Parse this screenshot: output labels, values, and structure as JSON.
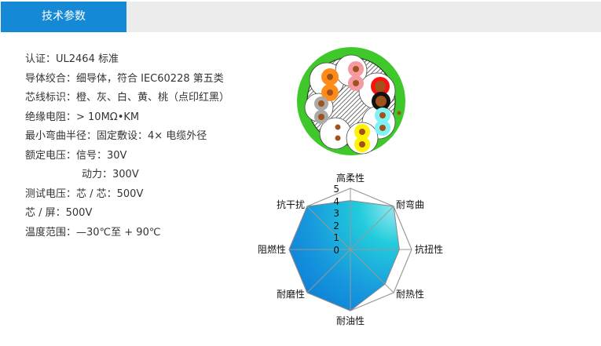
{
  "tabs": [
    {
      "label": "技术参数",
      "active": true
    }
  ],
  "specs": [
    {
      "text": "认证：UL2464 标准"
    },
    {
      "text": "导体绞合：细导体，符合 IEC60228 第五类"
    },
    {
      "text": "芯线标识：橙、灰、白、黄、桃（点印红黑）"
    },
    {
      "text": "绝缘电阻：> 10MΩ•KM"
    },
    {
      "text": "最小弯曲半径：固定敷设：4× 电缆外径"
    },
    {
      "text": "额定电压：信号：30V"
    },
    {
      "text": "动力：300V",
      "indent": true
    },
    {
      "text": "测试电压：芯 / 芯：500V"
    },
    {
      "text": "芯 / 屏：500V"
    },
    {
      "text": "温度范围：—30℃至 + 90℃"
    }
  ],
  "colors": {
    "accent": "#1589d6",
    "tabbar_bg": "#ececec",
    "jacket_green": "#3ec82a",
    "radar_fill_light": "#5fe0ee",
    "radar_fill_dark": "#0a78d8",
    "grid": "#999999"
  },
  "cable_cores": [
    {
      "color": "#ff8c1a",
      "name": "orange"
    },
    {
      "color": "#f49aa0",
      "name": "peach"
    },
    {
      "color": "#ff1010",
      "name": "red-dot"
    },
    {
      "color": "#111111",
      "name": "black-dot"
    },
    {
      "color": "#aaaaaa",
      "name": "gray"
    },
    {
      "color": "#7ff2f6",
      "name": "cyan"
    },
    {
      "color": "#ffffff",
      "name": "white"
    },
    {
      "color": "#fff200",
      "name": "yellow"
    }
  ],
  "chart_data": {
    "type": "radar",
    "title": "",
    "categories": [
      "高柔性",
      "耐弯曲",
      "抗扭性",
      "耐热性",
      "耐油性",
      "耐磨性",
      "阻燃性",
      "抗干扰"
    ],
    "values": [
      4,
      5,
      4,
      4,
      5,
      5,
      5,
      5
    ],
    "rlim": [
      0,
      5
    ],
    "tick_labels": [
      "0",
      "1",
      "2",
      "3",
      "4",
      "5"
    ],
    "grid": true,
    "legend": null
  }
}
